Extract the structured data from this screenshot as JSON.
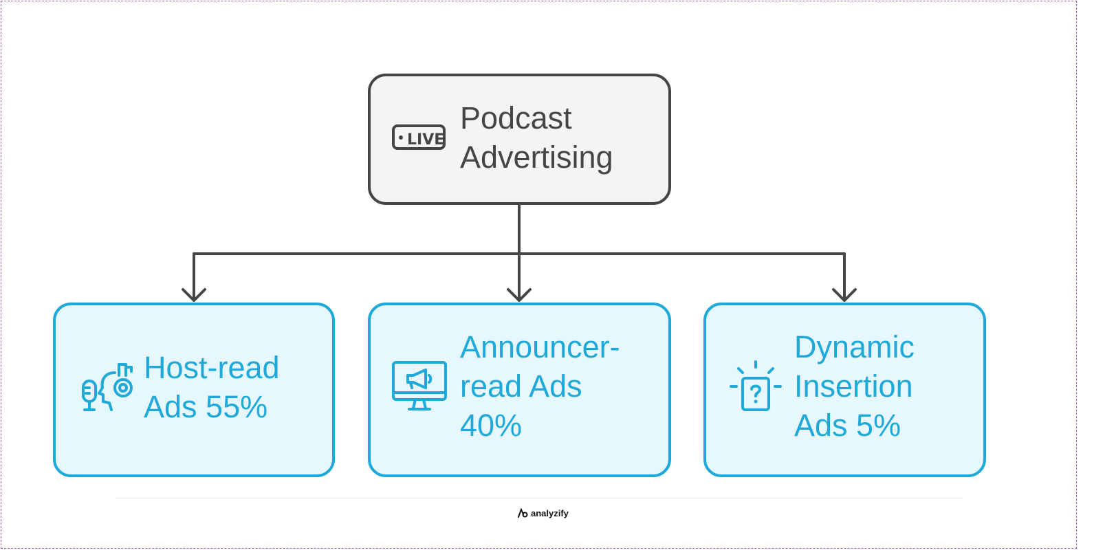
{
  "root": {
    "label": "Podcast\nAdvertising",
    "icon": "live-badge-icon"
  },
  "children": [
    {
      "label": "Host-read\nAds 55%",
      "icon": "host-microphone-headset-icon",
      "share_percent": 55
    },
    {
      "label": "Announcer-\nread Ads\n40%",
      "icon": "monitor-megaphone-icon",
      "share_percent": 40
    },
    {
      "label": "Dynamic\nInsertion\nAds 5%",
      "icon": "question-alert-icon",
      "share_percent": 5
    }
  ],
  "footer": {
    "brand": "analyzify",
    "icon": "analyzify-logo-icon"
  },
  "colors": {
    "root_border": "#454545",
    "root_fill": "#f4f4f4",
    "child_border": "#1fa9d8",
    "child_fill": "#e6f7fd",
    "connector": "#454545"
  }
}
